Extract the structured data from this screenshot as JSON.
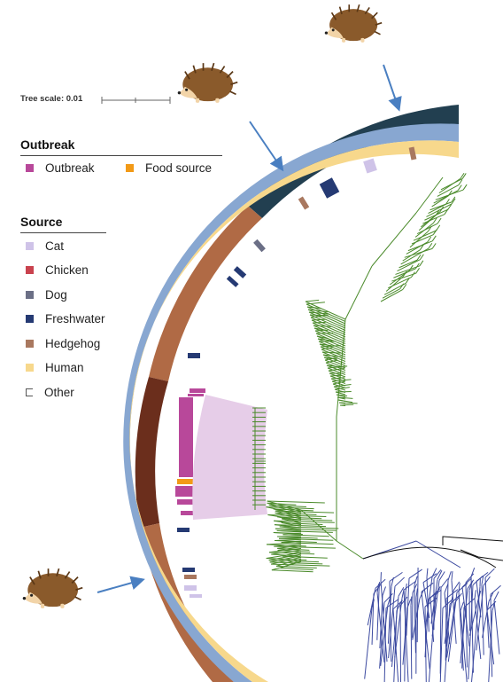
{
  "tree_scale": {
    "label": "Tree scale: 0.01"
  },
  "outbreak_legend": {
    "title": "Outbreak",
    "items": [
      {
        "label": "Outbreak",
        "color": "#b8489a"
      },
      {
        "label": "Food source",
        "color": "#f29a17"
      }
    ]
  },
  "source_legend": {
    "title": "Source",
    "items": [
      {
        "label": "Cat",
        "color": "#cfc3e8"
      },
      {
        "label": "Chicken",
        "color": "#c9424e"
      },
      {
        "label": "Dog",
        "color": "#6b6f86"
      },
      {
        "label": "Freshwater",
        "color": "#253a73"
      },
      {
        "label": "Hedgehog",
        "color": "#a9785f"
      },
      {
        "label": "Human",
        "color": "#f7d88c"
      },
      {
        "label": "Other",
        "color": "#ffffff"
      }
    ]
  },
  "rings": {
    "clade_band_colors": [
      "#223f50",
      "#b06a45",
      "#6b2e1c",
      "#b06a45"
    ],
    "host_ring_color": "#88a7d1",
    "source_ring_color": "#f7d88c",
    "highlight_color": "#e6cde8"
  },
  "tree_colors": {
    "green_clade": "#4a8a2a",
    "blue_clade": "#3c4aa0",
    "black_clade": "#111111"
  },
  "hedgehog_icons": [
    "hedgehog-icon-top",
    "hedgehog-icon-middle",
    "hedgehog-icon-bottom"
  ],
  "arrow_color": "#4a7fc1"
}
